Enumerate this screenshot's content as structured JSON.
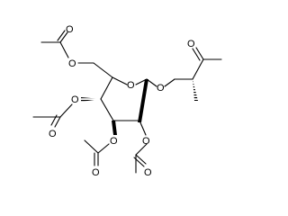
{
  "structure": {
    "atoms": {
      "o_ring": "O",
      "o_glyco": "O",
      "o_ketone": "O",
      "o_c6_ester": "O",
      "o_c6_carbonyl": "O",
      "o_c4_ester": "O",
      "o_c4_carbonyl": "O",
      "o_c3_ester": "O",
      "o_c3_carbonyl": "O",
      "o_c2_ester": "O",
      "o_c2_carbonyl": "O"
    }
  }
}
